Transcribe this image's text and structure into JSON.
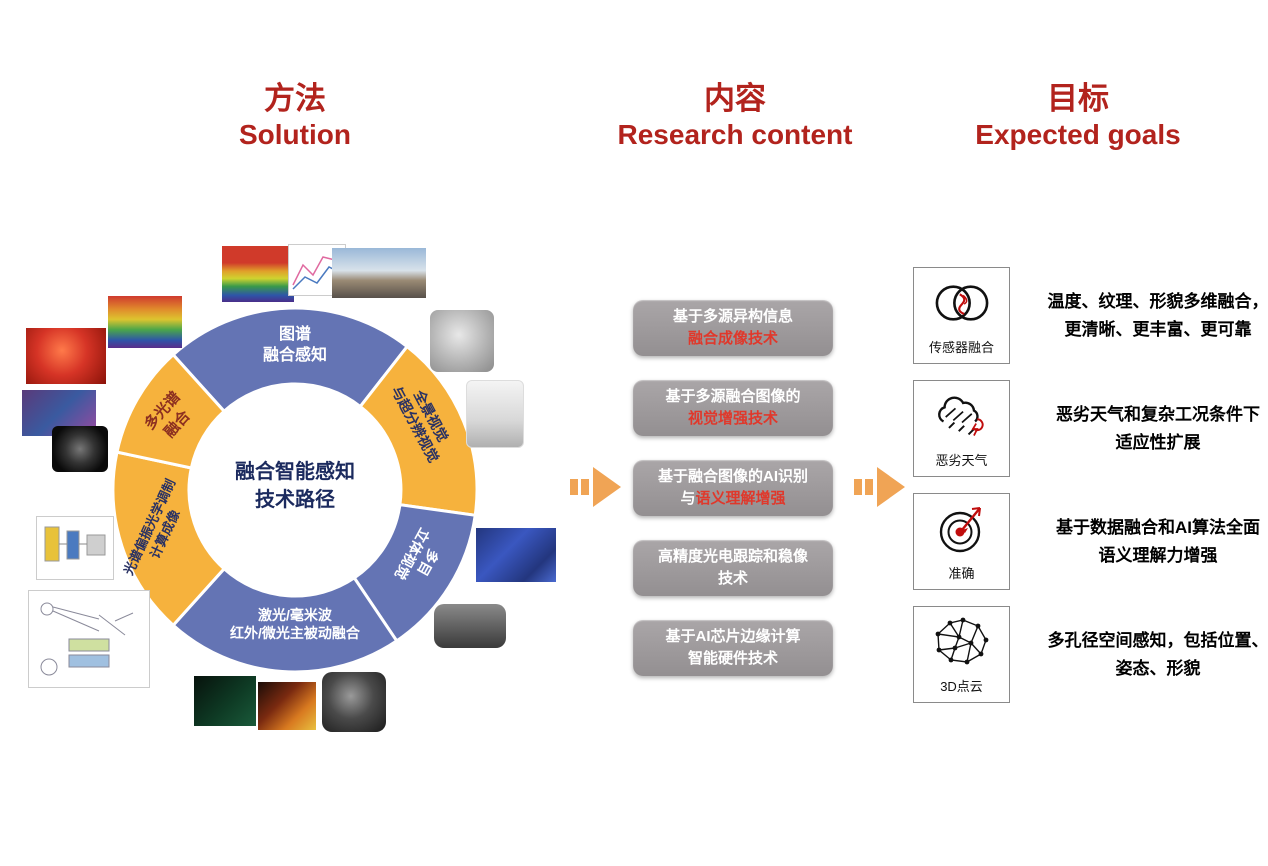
{
  "headers": {
    "solution": {
      "zh": "方法",
      "en": "Solution"
    },
    "research": {
      "zh": "内容",
      "en": "Research content"
    },
    "goals": {
      "zh": "目标",
      "en": "Expected goals"
    }
  },
  "donut": {
    "center": {
      "line1": "融合智能感知",
      "line2": "技术路径"
    },
    "segments": {
      "tupu": {
        "line1": "图谱",
        "line2": "融合感知"
      },
      "quanjing": {
        "line1": "全景视觉",
        "line2": "与超分辨视觉"
      },
      "duomu": {
        "line1": "多目",
        "line2": "立体视觉"
      },
      "jiguang": {
        "line1": "激光/毫米波",
        "line2": "红外/微光主被动融合"
      },
      "guangpu": {
        "line1": "光谱偏振光学调制",
        "line2": "计算成像"
      },
      "duoguangpu": {
        "line1": "多光谱",
        "line2": "融合"
      }
    }
  },
  "research_boxes": [
    {
      "line1": "基于多源异构信息",
      "line2_white": "",
      "line2_red": "融合成像技术"
    },
    {
      "line1": "基于多源融合图像的",
      "line2_white": "",
      "line2_red": "视觉增强技术"
    },
    {
      "line1": "基于融合图像的AI识别",
      "line2_white": "与",
      "line2_red": "语义理解增强"
    },
    {
      "line1": "高精度光电跟踪和稳像",
      "line2_white": "技术",
      "line2_red": ""
    },
    {
      "line1": "基于AI芯片边缘计算",
      "line2_white": "智能硬件技术",
      "line2_red": ""
    }
  ],
  "goals": [
    {
      "icon": "venn-circles-icon",
      "label": "传感器融合",
      "desc1": "温度、纹理、形貌多维融合，",
      "desc2": "更清晰、更丰富、更可靠"
    },
    {
      "icon": "storm-cloud-icon",
      "label": "恶劣天气",
      "desc1": "恶劣天气和复杂工况条件下",
      "desc2": "适应性扩展"
    },
    {
      "icon": "target-dart-icon",
      "label": "准确",
      "desc1": "基于数据融合和AI算法全面",
      "desc2": "语义理解力增强"
    },
    {
      "icon": "point-cloud-icon",
      "label": "3D点云",
      "desc1": "多孔径空间感知，包括位置、",
      "desc2": "姿态、形貌"
    }
  ],
  "colors": {
    "header_red": "#b2231d",
    "donut_blue": "#6474b4",
    "donut_yellow": "#f6b23d",
    "center_navy": "#1b2a5e",
    "arrow_orange": "#f0a455",
    "box_gray": "#9a9597",
    "box_red_text": "#e0382b",
    "icon_red": "#c00d0d"
  }
}
